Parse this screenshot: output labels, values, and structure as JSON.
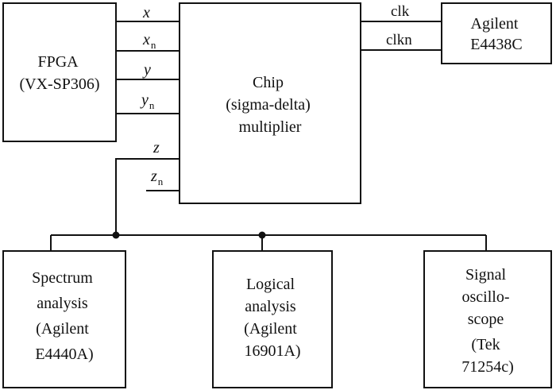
{
  "blocks": {
    "fpga": {
      "lines": [
        "FPGA",
        "(VX-SP306)"
      ]
    },
    "chip": {
      "lines": [
        "Chip",
        "(sigma-delta)",
        "multiplier"
      ]
    },
    "agilent_clock": {
      "lines": [
        "Agilent",
        "E4438C"
      ]
    },
    "spectrum": {
      "lines": [
        "Spectrum",
        "analysis",
        "(Agilent",
        "E4440A)"
      ]
    },
    "logical": {
      "lines": [
        "Logical",
        "analysis",
        "(Agilent",
        "16901A)"
      ]
    },
    "scope": {
      "lines": [
        "Signal",
        "oscillo-",
        "scope",
        "(Tek",
        "71254c)"
      ]
    }
  },
  "signals": {
    "x": {
      "base": "x",
      "sub": ""
    },
    "xn": {
      "base": "x",
      "sub": "n"
    },
    "y": {
      "base": "y",
      "sub": ""
    },
    "yn": {
      "base": "y",
      "sub": "n"
    },
    "z": {
      "base": "z",
      "sub": ""
    },
    "zn": {
      "base": "z",
      "sub": "n"
    },
    "clk": {
      "base": "clk",
      "sub": ""
    },
    "clkn": {
      "base": "clkn",
      "sub": ""
    }
  }
}
